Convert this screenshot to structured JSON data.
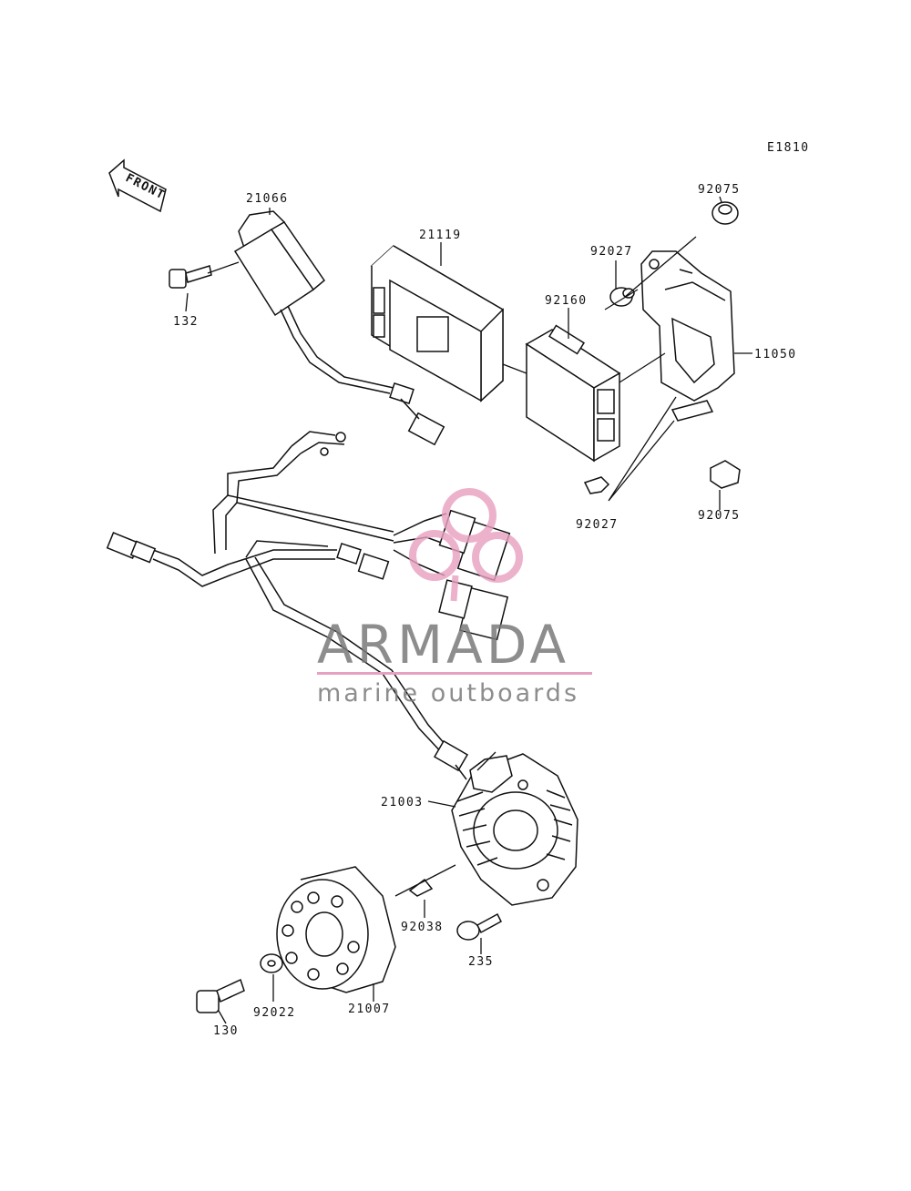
{
  "diagram": {
    "code": "E1810",
    "front_label": "FRONT",
    "parts": [
      {
        "id": "p21066",
        "label": "21066"
      },
      {
        "id": "p132",
        "label": "132"
      },
      {
        "id": "p21119",
        "label": "21119"
      },
      {
        "id": "p92160",
        "label": "92160"
      },
      {
        "id": "p92027a",
        "label": "92027"
      },
      {
        "id": "p92075a",
        "label": "92075"
      },
      {
        "id": "p11050",
        "label": "11050"
      },
      {
        "id": "p92027b",
        "label": "92027"
      },
      {
        "id": "p92075b",
        "label": "92075"
      },
      {
        "id": "p21003",
        "label": "21003"
      },
      {
        "id": "p92038",
        "label": "92038"
      },
      {
        "id": "p235",
        "label": "235"
      },
      {
        "id": "p21007",
        "label": "21007"
      },
      {
        "id": "p92022",
        "label": "92022"
      },
      {
        "id": "p130",
        "label": "130"
      }
    ]
  },
  "watermark": {
    "brand": "ARMADA",
    "tagline": "marine outboards",
    "color_text": "#7a7a7a",
    "color_accent": "#e8a0c0"
  }
}
